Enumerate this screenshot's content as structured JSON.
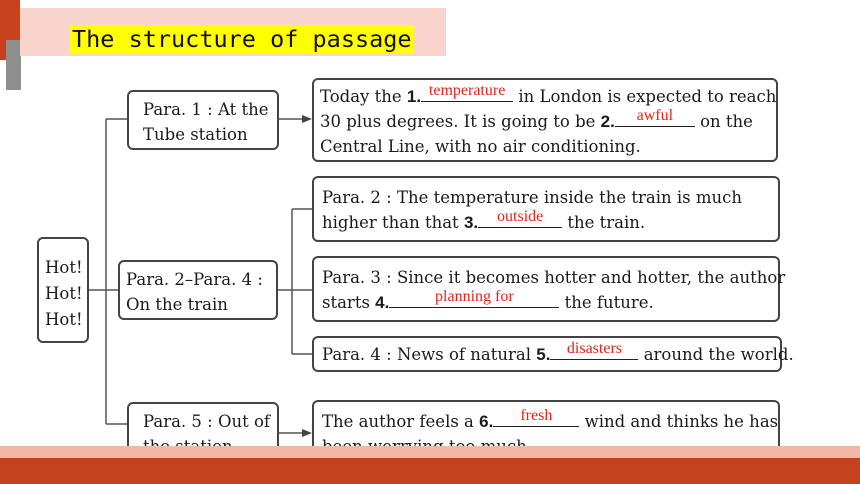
{
  "header": {
    "title": "The structure of passage"
  },
  "colors": {
    "accent": "#c6421e",
    "title_bg": "#ffff00",
    "answer": "#e0251b",
    "left_bar": "#8f8f8f",
    "banner": "#f9d4cc"
  },
  "root": {
    "lines": [
      "Hot!",
      "Hot!",
      "Hot!"
    ]
  },
  "sections": [
    {
      "label_lines": [
        "Para. 1 : At the",
        "Tube station"
      ]
    },
    {
      "label_lines": [
        "Para. 2–Para. 4 :",
        "On the train"
      ]
    },
    {
      "label_lines": [
        "Para. 5 : Out of",
        "the station"
      ]
    }
  ],
  "details": {
    "d1": {
      "l1_a": "Today the ",
      "num1": "1.",
      "ans1": "temperature",
      "l1_b": " in London is expected to reach",
      "l2_a": "30 plus degrees. It is going to be ",
      "num2": "2.",
      "ans2": "awful",
      "l2_b": " on the",
      "l3": "Central Line, with no air conditioning."
    },
    "d2": {
      "l1": "Para. 2 : The temperature inside the train is much",
      "l2_a": "higher than that ",
      "num": "3.",
      "ans": "outside",
      "l2_b": " the train."
    },
    "d3": {
      "l1": "Para. 3 : Since it becomes hotter and hotter, the author",
      "l2_a": "starts ",
      "num": "4.",
      "ans": "planning for",
      "l2_b": " the future."
    },
    "d4": {
      "l1_a": "Para. 4 : News of natural ",
      "num": "5.",
      "ans": "disasters",
      "l1_b": " around the world."
    },
    "d5": {
      "l1_a": "The author feels a ",
      "num": "6.",
      "ans": "fresh",
      "l1_b": " wind and thinks he has",
      "l2": "been worrying too much."
    }
  }
}
